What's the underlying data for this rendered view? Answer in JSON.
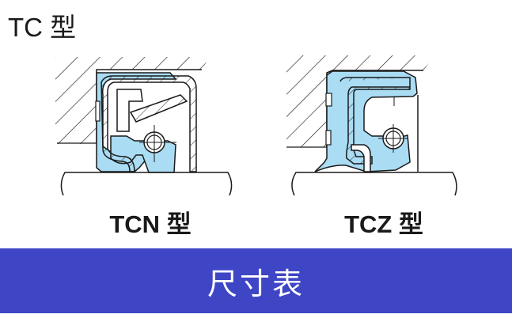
{
  "title": "TC 型",
  "diagrams": [
    {
      "label": "TCN 型"
    },
    {
      "label": "TCZ 型"
    }
  ],
  "banner": {
    "label": "尺寸表"
  },
  "colors": {
    "seal_fill": "#aadcf4",
    "banner": "#3e46c6",
    "line": "#1a1a1a"
  }
}
